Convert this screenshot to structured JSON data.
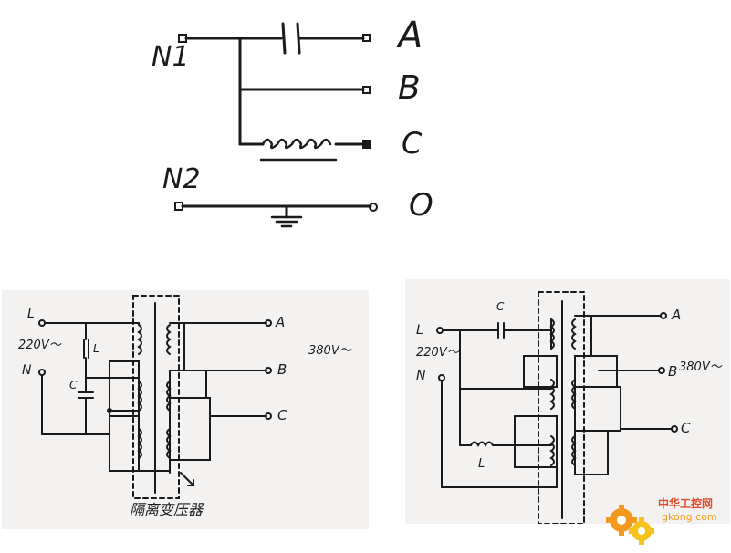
{
  "top_circuit": {
    "n1": "N1",
    "n2": "N2",
    "a": "A",
    "b": "B",
    "c": "C",
    "o": "O"
  },
  "left_circuit": {
    "l": "L",
    "n": "N",
    "voltage_in": "220V～",
    "coil": "L",
    "cap": "C",
    "a": "A",
    "b": "B",
    "c": "C",
    "voltage_out": "380V～",
    "caption": "隔离变压器"
  },
  "right_circuit": {
    "l": "L",
    "n": "N",
    "voltage_in": "220V～",
    "cap": "C",
    "coil": "L",
    "a": "A",
    "b": "B",
    "c": "C",
    "voltage_out": "380V～"
  },
  "watermark": {
    "site_cn": "中华工控网",
    "site_url": "gkong.com"
  },
  "colors": {
    "ink": "#1a1a1a",
    "paper": "#f3f2f0",
    "wm_orange": "#f39a1e",
    "wm_yellow": "#f6c21c",
    "wm_red": "#e24a2b"
  }
}
